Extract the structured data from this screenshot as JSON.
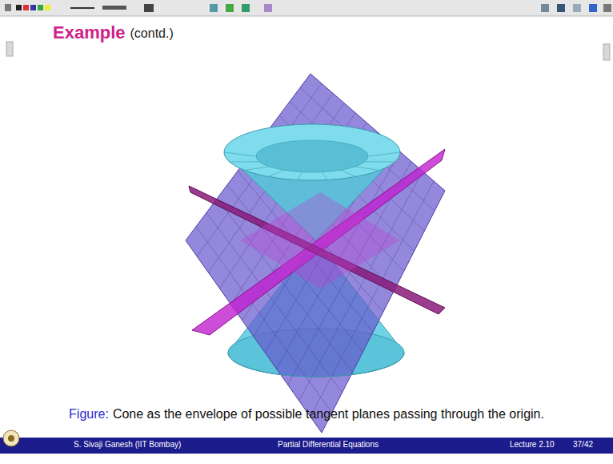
{
  "diagram": {
    "title": "Example",
    "caption": "Cone as the envelope of possible tangent planes passing through the origin.",
    "labels": [
      "(contd.)",
      "Figure:",
      "S. Sivaji Ganesh (IIT Bombay)",
      "Partial Differential Equations",
      "Lecture 2.10",
      "37/42"
    ]
  }
}
